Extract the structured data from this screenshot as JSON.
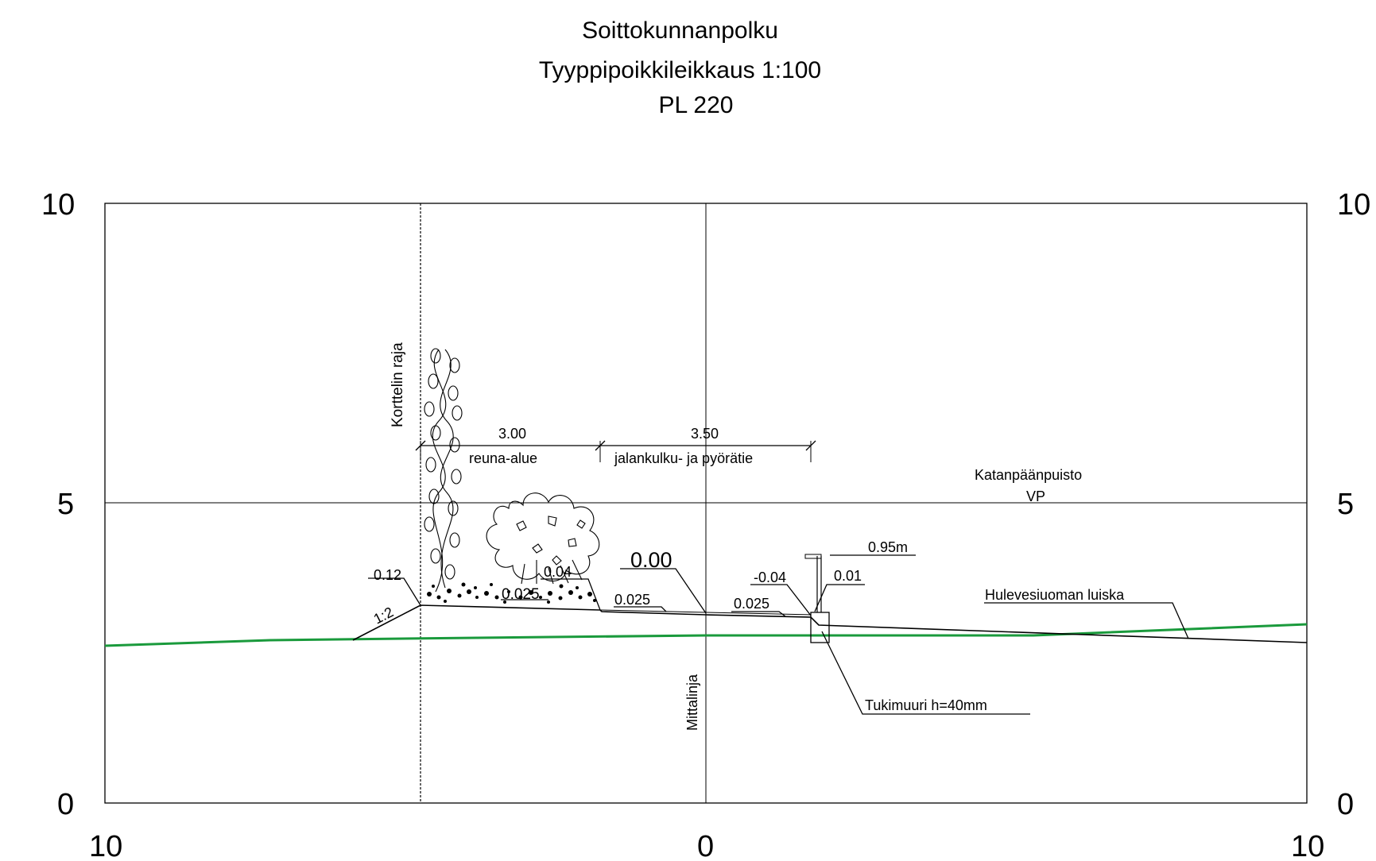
{
  "title": {
    "line1": "Soittokunnanpolku",
    "line2": "Tyyppipoikkileikkaus 1:100",
    "line3": "PL 220"
  },
  "axes": {
    "y_left": [
      "10",
      "5",
      "0"
    ],
    "y_right": [
      "10",
      "5",
      "0"
    ],
    "x_bottom": [
      "10",
      "0",
      "10"
    ]
  },
  "labels": {
    "kortteli": "Korttelin raja",
    "mittalinja": "Mittalinja",
    "dim_300": "3.00",
    "dim_350": "3.50",
    "reuna": "reuna-alue",
    "jalankulku": "jalankulku- ja pyörätie",
    "park_name": "Katanpäänpuisto",
    "park_code": "VP",
    "height_095": "0.95m",
    "slope_012": "0.12",
    "slope_004": "0.04",
    "slope_0025_a": "0.025",
    "slope_0025_b": "0.025",
    "slope_0025_c": "0.025",
    "level_000": "0.00",
    "level_m004": "-0.04",
    "level_001": "0.01",
    "ratio_12": "1:2",
    "hulevesi": "Hulevesiuoman luiska",
    "tukimuuri": "Tukimuuri h=40mm"
  },
  "colors": {
    "ground_line": "#1a9a3c",
    "line": "#000000"
  }
}
